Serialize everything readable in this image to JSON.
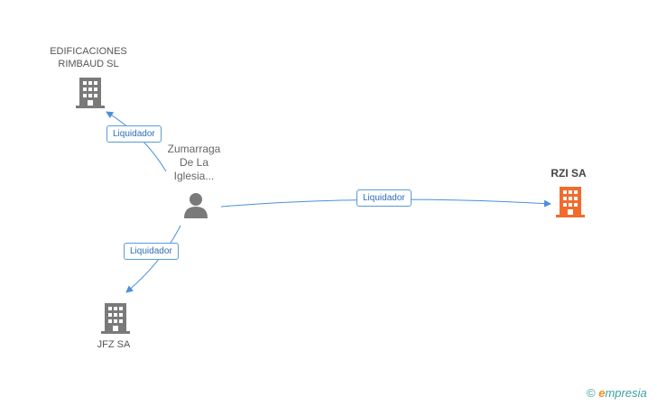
{
  "nodes": {
    "edificaciones": {
      "line1": "EDIFICACIONES",
      "line2": "RIMBAUD SL"
    },
    "person": {
      "line1": "Zumarraga",
      "line2": "De La",
      "line3": "Iglesia..."
    },
    "rzi": {
      "name": "RZI SA"
    },
    "jfz": {
      "name": "JFZ SA"
    }
  },
  "edges": {
    "to_edificaciones": "Liquidador",
    "to_rzi": "Liquidador",
    "to_jfz": "Liquidador"
  },
  "colors": {
    "building": "#7a7a7a",
    "highlight_building": "#f26b2c",
    "edge": "#4a90d9",
    "person": "#7a7a7a"
  },
  "footer": {
    "copyright": "©",
    "brand_e": "e",
    "brand_rest": "mpresia"
  }
}
